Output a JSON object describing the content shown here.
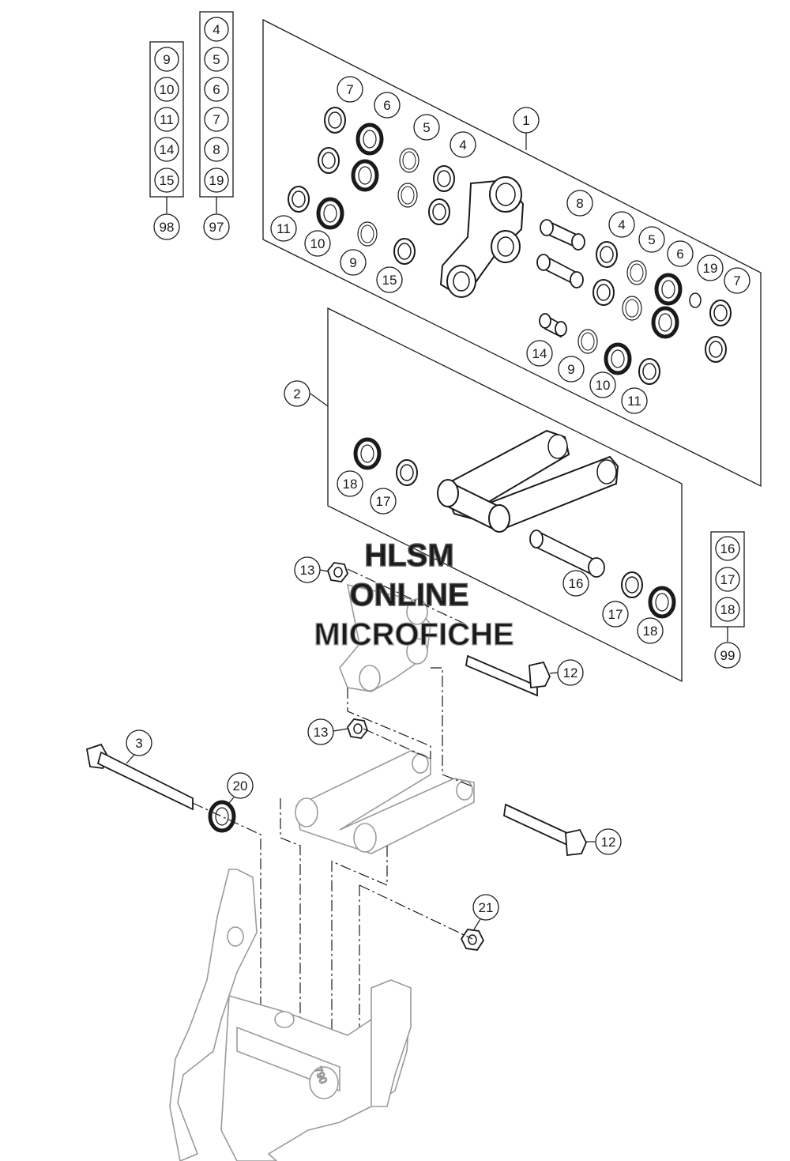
{
  "watermark": {
    "line1": "HLSM",
    "line2": "ONLINE",
    "line3": "MICROFICHE"
  },
  "kits": {
    "k98": {
      "items": [
        "9",
        "10",
        "11",
        "14",
        "15"
      ],
      "label": "98"
    },
    "k97": {
      "items": [
        "4",
        "5",
        "6",
        "7",
        "8",
        "19"
      ],
      "label": "97"
    },
    "k99": {
      "items": [
        "16",
        "17",
        "18"
      ],
      "label": "99"
    }
  },
  "callouts": {
    "c1": "1",
    "c2": "2",
    "c3": "3",
    "c20": "20",
    "c21": "21",
    "g1": [
      "7",
      "6",
      "5",
      "4",
      "11",
      "10",
      "9",
      "15",
      "8",
      "4",
      "5",
      "6",
      "19",
      "7",
      "14",
      "9",
      "10",
      "11"
    ],
    "g2": [
      "18",
      "17",
      "16",
      "17",
      "18"
    ],
    "hw": [
      "13",
      "12",
      "13",
      "12"
    ]
  },
  "engraving": "790",
  "colors": {
    "line": "#1a1a1a",
    "part_fill": "#ffffff",
    "watermark": "#c8c8c8"
  }
}
